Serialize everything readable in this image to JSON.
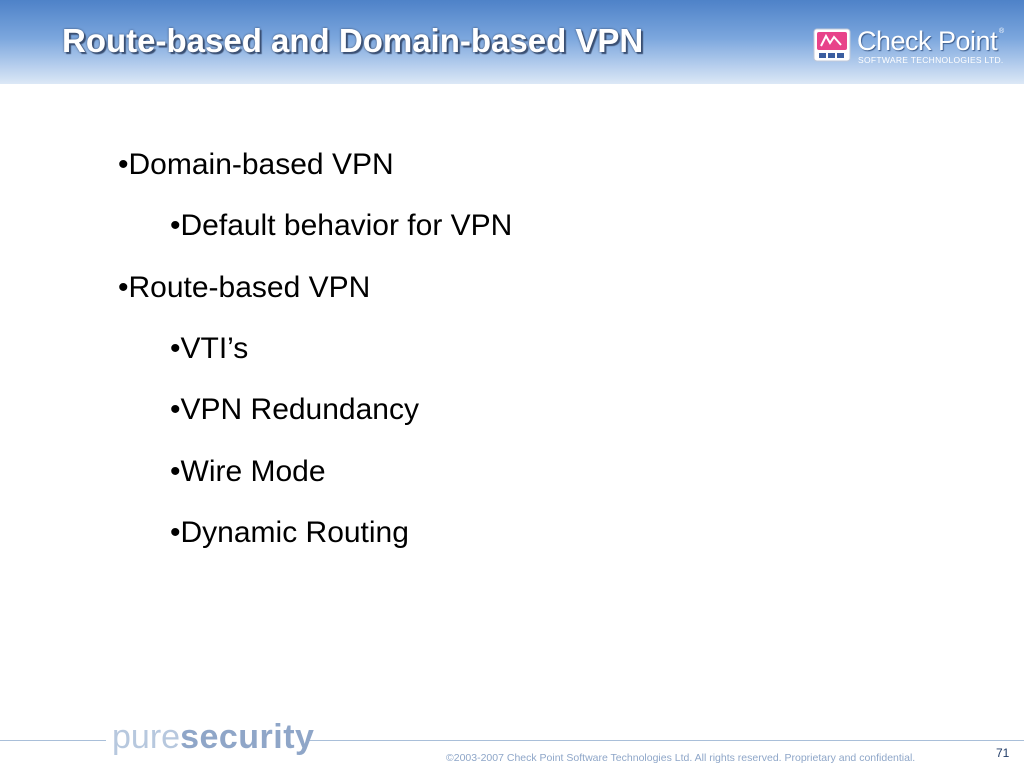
{
  "slide": {
    "title": "Route-based and Domain-based VPN",
    "logo": {
      "name": "Check Point",
      "tm": "®",
      "subtitle": "SOFTWARE TECHNOLOGIES LTD.",
      "emblem_icon": "checkpoint-emblem-icon"
    },
    "bullets": [
      {
        "text": "•Domain-based VPN",
        "level": 1
      },
      {
        "text": "•Default behavior for VPN",
        "level": 2
      },
      {
        "text": "•Route-based VPN",
        "level": 1
      },
      {
        "text": "•VTI’s",
        "level": 2
      },
      {
        "text": "•VPN Redundancy",
        "level": 2
      },
      {
        "text": "•Wire Mode",
        "level": 2
      },
      {
        "text": "•Dynamic Routing",
        "level": 2
      }
    ],
    "footer": {
      "brand_pure": "pure",
      "brand_security": "security",
      "copyright": "©2003-2007 Check Point Software Technologies Ltd. All rights reserved. Proprietary and confidential.",
      "page_number": "71"
    }
  },
  "colors": {
    "header_top": "#4e82c8",
    "header_bottom": "#dce8f6",
    "title_text": "#ffffff",
    "emblem_pink": "#e8438a",
    "footer_text": "#8ea6c8"
  }
}
